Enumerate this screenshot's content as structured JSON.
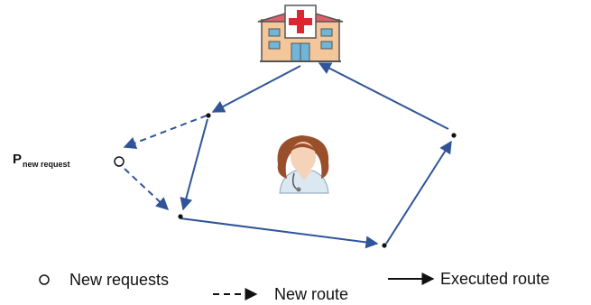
{
  "node_label": {
    "main": "P",
    "sub": "new request"
  },
  "legend": {
    "new_requests": "New requests",
    "new_route": "New route",
    "executed_route": "Executed route"
  },
  "icons": {
    "depot": "hospital-icon",
    "agent": "doctor-icon"
  },
  "colors": {
    "route": "#2f5597",
    "hospital_wall": "#f3c79a",
    "hospital_roof": "#e0606a",
    "cross": "#d9282f",
    "window": "#6fb6d9"
  }
}
